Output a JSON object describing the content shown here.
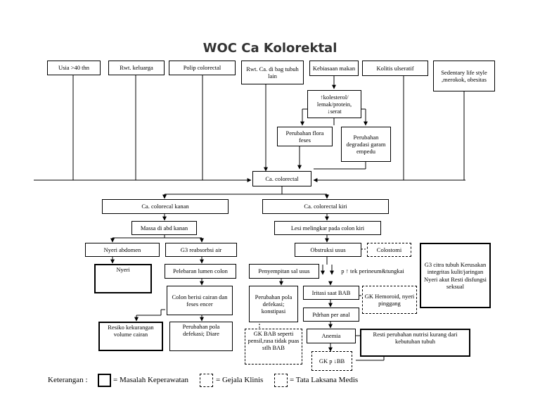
{
  "title": "WOC Ca Kolorektal",
  "boxes": {
    "usia": "Usia >40 thn",
    "rwt_keluarga": "Rwt. keluarga",
    "polip": "Polip colorectal",
    "rwt_ca": "Rwt. Ca. di bag tubuh lain",
    "kebiasaan": "Kebiasaan makan",
    "kolitis": "Kolitis ulseratif",
    "sedentary": "Sedentary life style ,merokok, obesitas",
    "kolesterol": "↑kolesterol/ lemak/protein, ↓serat",
    "flora": "Perubahan flora feses",
    "degradasi": "Perubahan degradasi garam empedu",
    "ca_colorectal": "Ca. colorectal",
    "ca_kanan": "Ca. colorecal kanan",
    "ca_kiri": "Ca. colorectal kiri",
    "massa": "Massa di abd kanan",
    "lesi": "Lesi melingkar pada colon kiri",
    "nyeri_abdomen": "Nyeri abdomen",
    "g3_reabsorbsi": "G3 reabsorbsi air",
    "obstruksi": "Obstruksi usus",
    "colostomi": "Colostomi",
    "g3_citra": "G3 citra tubuh Kerusakan integritas kulit/jaringan Nyeri akut Resti disfungsi seksual",
    "nyeri": "Nyeri",
    "pelebaran": "Pelebaran lumen colon",
    "penyempitan": "Penyempitan sal usus",
    "tek_perineum": "p ↑ tek perineum&tungkai",
    "colon_berisi": "Colon berisi cairan dan feses encer",
    "perubahan_defekasi_konstipasi": "Perubahan pola defekasi; konstipasi",
    "iritasi": "Iritasi saat BAB",
    "gk_hemoroid": "GK Hemoroid, nyeri pinggang",
    "pdrhan": "Pdrhan per anal",
    "resiko_cairan": "Resiko kekurangan volume cairan",
    "perubahan_diare": "Perubahan pola defekasi; Diare",
    "anemia": "Anemia",
    "resti_nutrisi": "Resti perubahan nutrisi kurang dari kebutuhan tubuh",
    "gk_bab": "GK BAB seperti pensil,rasa tidak puas stlh BAB",
    "gk_bb": "GK p ↓BB"
  },
  "legend": {
    "label": "Keterangan :",
    "masalah": "= Masalah Keperawatan",
    "gejala": "= Gejala Klinis",
    "tata": "= Tata Laksana Medis"
  }
}
